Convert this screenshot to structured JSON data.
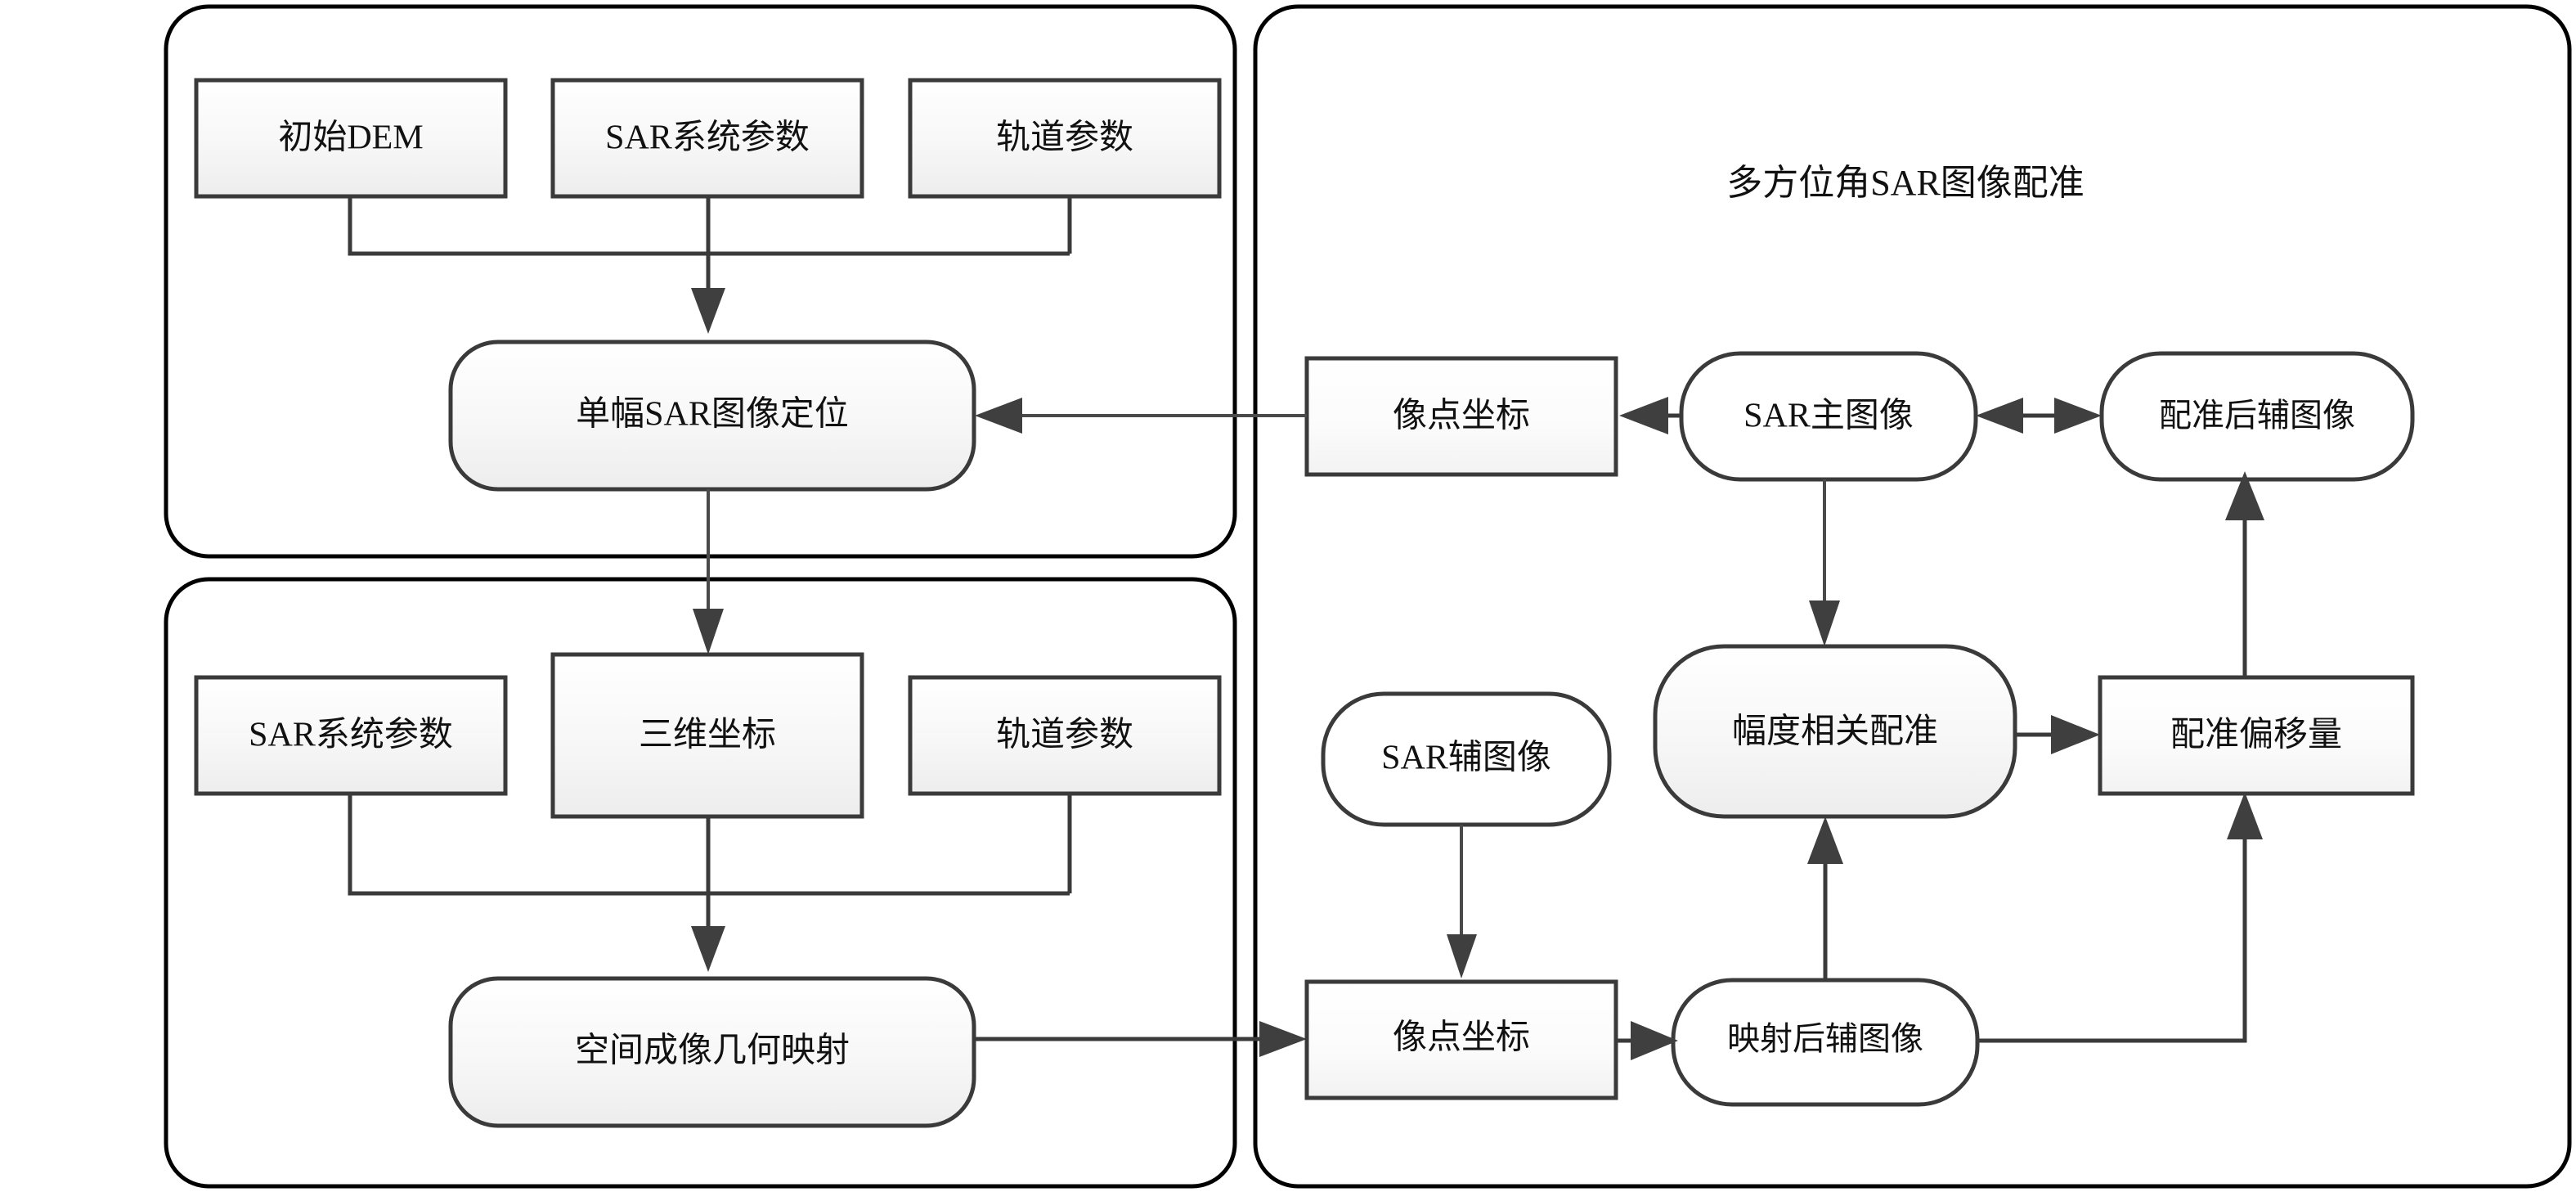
{
  "diagram": {
    "title_right_panel": "多方位角SAR图像配准",
    "panels": [
      {
        "id": "panel-top-left",
        "label": ""
      },
      {
        "id": "panel-bottom-left",
        "label": ""
      },
      {
        "id": "panel-right",
        "label": "多方位角SAR图像配准"
      }
    ],
    "nodes": {
      "initial_dem": "初始DEM",
      "sar_system_params_top": "SAR系统参数",
      "orbit_params_top": "轨道参数",
      "single_sar_image_geolocation": "单幅SAR图像定位",
      "sar_system_params_bottom": "SAR系统参数",
      "three_d_coordinates": "三维坐标",
      "orbit_params_bottom": "轨道参数",
      "spatial_imaging_geometric_mapping": "空间成像几何映射",
      "image_point_coords_top": "像点坐标",
      "sar_master_image": "SAR主图像",
      "registered_slave_image": "配准后辅图像",
      "sar_slave_image": "SAR辅图像",
      "amplitude_correlation_registration": "幅度相关配准",
      "registration_offset": "配准偏移量",
      "image_point_coords_bottom": "像点坐标",
      "mapped_slave_image": "映射后辅图像"
    },
    "colors": {
      "panel_stroke": "#000000",
      "node_stroke": "#3a3a3a",
      "node_fill_top": "#ffffff",
      "node_fill_bottom": "#efefef",
      "edge": "#3a3a3a",
      "text": "#111111",
      "background": "#ffffff"
    }
  }
}
